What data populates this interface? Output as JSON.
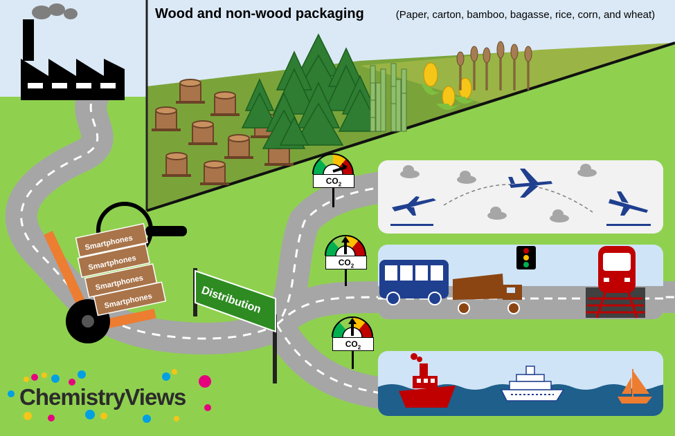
{
  "header": {
    "title": "Wood and non-wood packaging",
    "subtitle": "(Paper, carton, bamboo, bagasse, rice, corn, and wheat)"
  },
  "signpost": {
    "label": "Distribution"
  },
  "cart": {
    "boxes": [
      "Smartphones",
      "Smartphones",
      "Smartphones",
      "Smartphones"
    ]
  },
  "gauges": [
    {
      "label_main": "CO",
      "label_sub": "2"
    },
    {
      "label_main": "CO",
      "label_sub": "2"
    },
    {
      "label_main": "CO",
      "label_sub": "2"
    }
  ],
  "logo": {
    "text": "ChemistryViews"
  },
  "panels": {
    "air": {
      "icons": [
        "airplane-takeoff-icon",
        "airplane-icon",
        "airplane-landing-icon",
        "cloud-icon"
      ]
    },
    "road_rail": {
      "icons": [
        "bus-icon",
        "dump-truck-icon",
        "traffic-light-icon",
        "train-icon"
      ]
    },
    "sea": {
      "icons": [
        "tugboat-icon",
        "cruise-ship-icon",
        "sailboat-icon"
      ]
    }
  },
  "colors": {
    "grass": "#8fd14f",
    "sky": "#dbe9f6",
    "road": "#a6a6a6",
    "forest": "#2e7d32",
    "sign": "#2e8b22",
    "box": "#a9744a",
    "cart": "#ed7d31",
    "sea": "#1f5f8b",
    "bus": "#1f3f8f",
    "train": "#c00000"
  }
}
